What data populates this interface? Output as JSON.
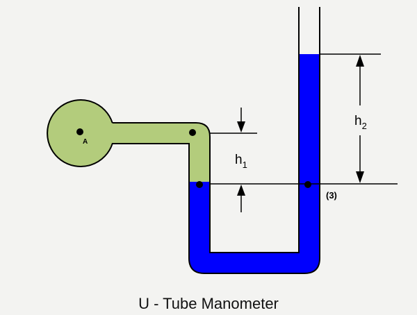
{
  "diagram": {
    "caption": "U - Tube Manometer",
    "labels": {
      "point_a": "A",
      "h1": {
        "base": "h",
        "sub": "1"
      },
      "h2": {
        "base": "h",
        "sub": "2"
      },
      "point_3": "(3)"
    },
    "colors": {
      "background": "#f3f3f1",
      "vessel_fluid": "#b3cc7c",
      "manometer_fluid": "#0000fe",
      "outline": "#000000"
    }
  }
}
